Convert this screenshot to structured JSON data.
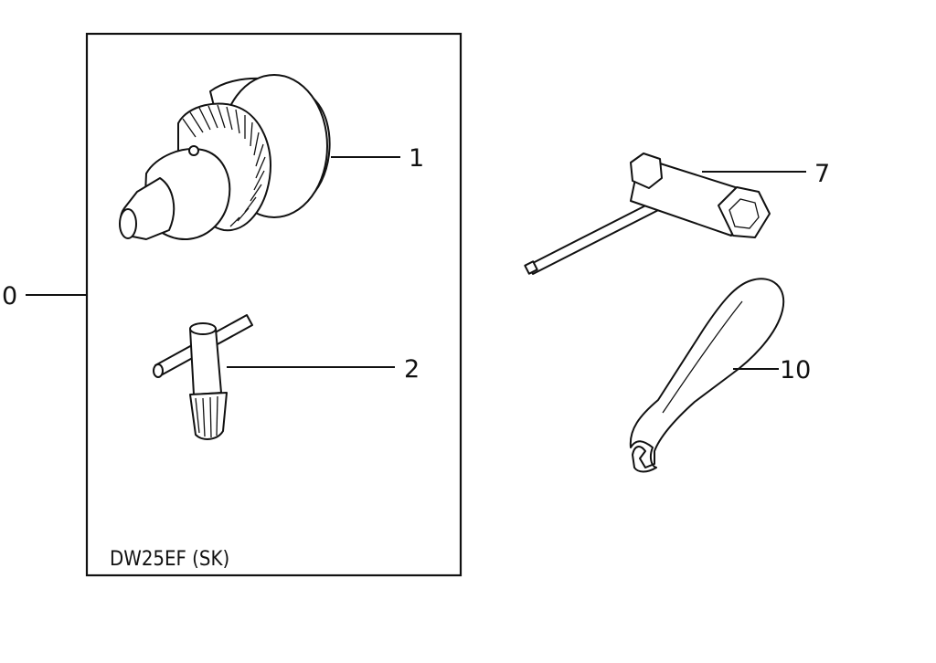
{
  "kit": {
    "model_label": "DW25EF (SK)",
    "callout_label": "0"
  },
  "parts": [
    {
      "id": "chuck",
      "callout": "1"
    },
    {
      "id": "chuck-key",
      "callout": "2"
    },
    {
      "id": "box-wrench",
      "callout": "7"
    },
    {
      "id": "hook-spanner",
      "callout": "10"
    }
  ]
}
